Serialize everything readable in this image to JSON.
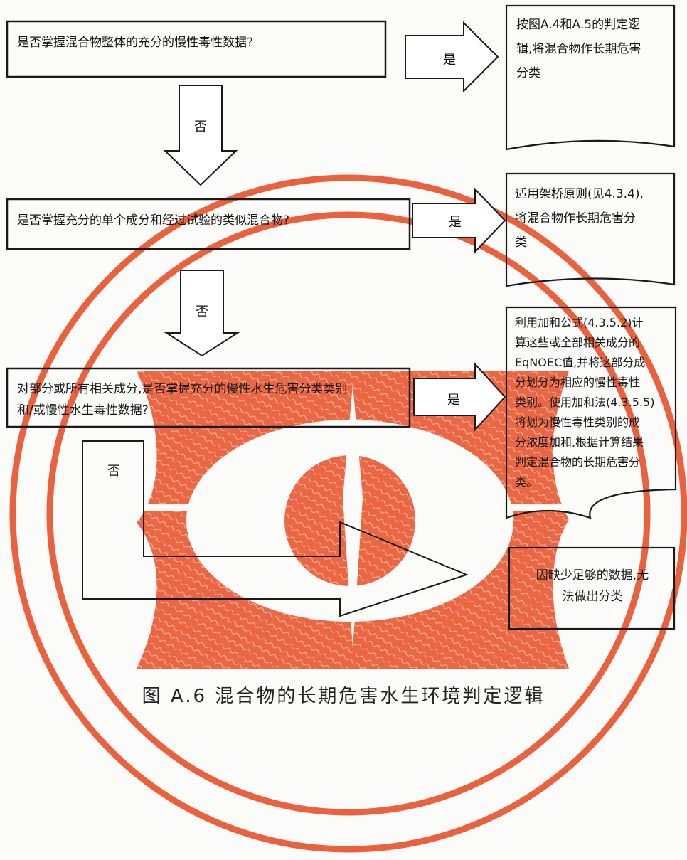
{
  "flowchart": {
    "questions": [
      {
        "id": "q1",
        "text": "是否掌握混合物整体的充分的慢性毒性数据?"
      },
      {
        "id": "q2",
        "text": "是否掌握充分的单个成分和经过试验的类似混合物?"
      },
      {
        "id": "q3",
        "text": "对部分或所有相关成分,是否掌握充分的慢性水生危害分类类别\n和/或慢性水生毒性数据?"
      }
    ],
    "results": [
      {
        "id": "r1",
        "text": "按图A.4和A.5的判定逻\n辑,将混合物作长期危害\n分类"
      },
      {
        "id": "r2",
        "text": "适用架桥原则(见4.3.4),\n将混合物作长期危害分\n类"
      },
      {
        "id": "r3",
        "text": "利用加和公式(4.3.5.2)计\n算这些或全部相关成分的\nEqNOEC值,并将这部分成\n分划分为相应的慢性毒性\n类别。使用加和法(4.3.5.5)\n将划为慢性毒性类别的成\n分浓度加和,根据计算结果\n判定混合物的长期危害分\n类。"
      },
      {
        "id": "r4",
        "text": "因缺少足够的数据,无\n法做出分类"
      }
    ],
    "yes_label": "是",
    "no_label": "否"
  },
  "caption": "图 A.6   混合物的长期危害水生环境判定逻辑",
  "colors": {
    "line": "#1a1a1a",
    "stamp": "#e8542e"
  }
}
